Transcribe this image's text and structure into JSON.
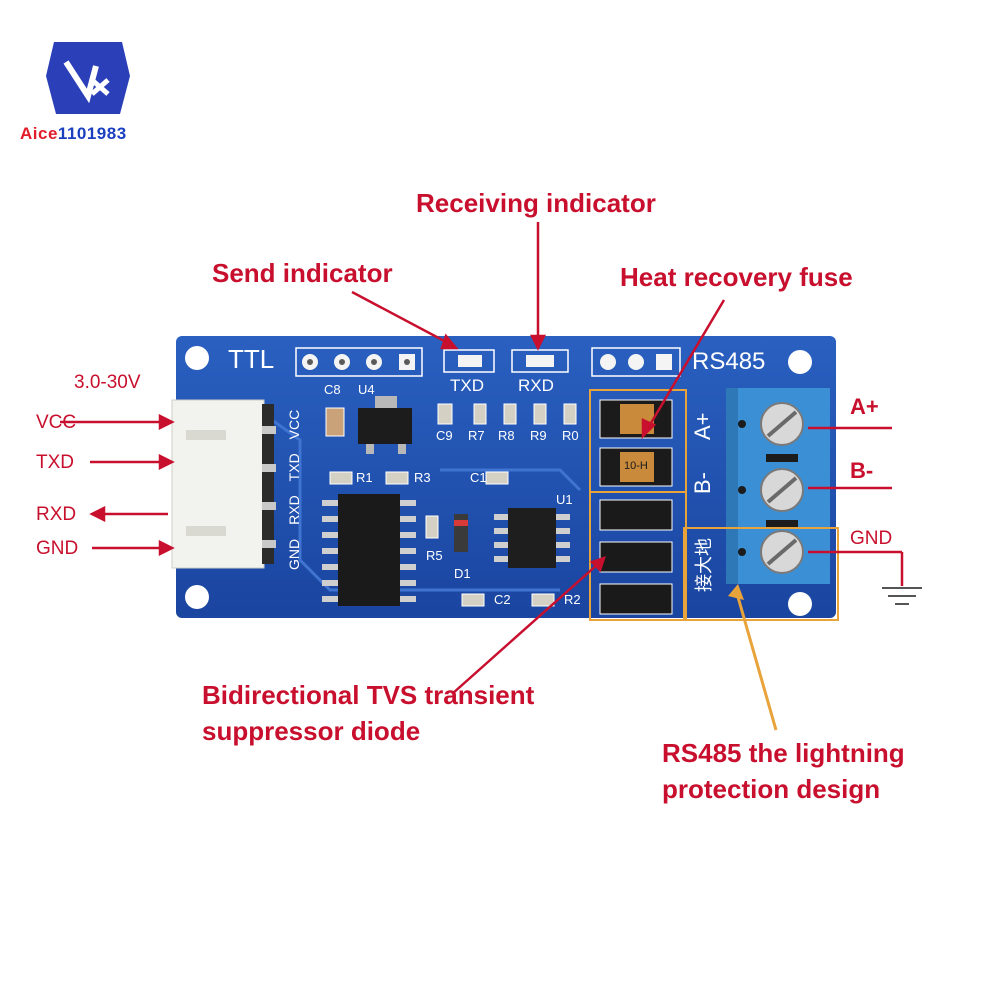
{
  "logo": {
    "brand_prefix": "Aice",
    "brand_suffix": "1101983"
  },
  "callouts": {
    "receiving_indicator": "Receiving indicator",
    "send_indicator": "Send indicator",
    "heat_recovery_fuse": "Heat recovery fuse",
    "tvs_line1": "Bidirectional TVS transient",
    "tvs_line2": "suppressor diode",
    "lightning_line1": "RS485 the lightning",
    "lightning_line2": "protection design"
  },
  "left_pins": {
    "voltage": "3.0-30V",
    "vcc": "VCC",
    "txd": "TXD",
    "rxd": "RXD",
    "gnd": "GND"
  },
  "right_pins": {
    "a_plus": "A+",
    "b_minus": "B-",
    "gnd": "GND"
  },
  "board_silkscreen": {
    "ttl": "TTL",
    "rs485": "RS485",
    "txd": "TXD",
    "rxd": "RXD",
    "a_plus": "A+",
    "b_minus": "B-",
    "header_pins": [
      "GND",
      "RXD",
      "TXD",
      "VCC"
    ],
    "parts": [
      "C8",
      "U4",
      "C9",
      "R7",
      "R8",
      "R9",
      "R0",
      "R1",
      "R3",
      "C1",
      "U1",
      "R5",
      "D1",
      "C2",
      "R2"
    ],
    "ground_chinese": "接大地",
    "fuse_marking": "10-H"
  },
  "colors": {
    "accent_red": "#c8102e",
    "pcb_blue": "#1f4fae",
    "orange_box": "#e8a33a",
    "terminal_blue": "#3b8fd4"
  }
}
